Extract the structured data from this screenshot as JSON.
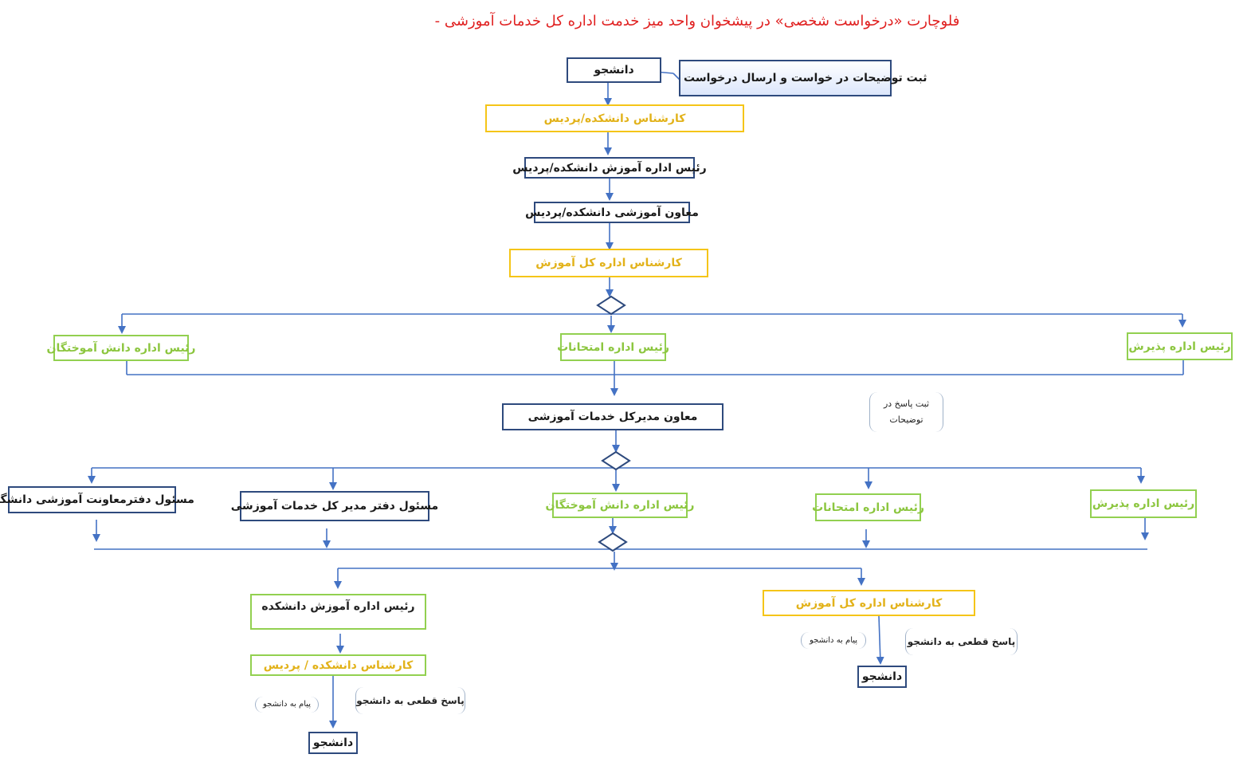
{
  "title": "فلوچارت «درخواست شخصی» در پیشخوان واحد میز خدمت اداره کل خدمات آموزشی  -",
  "nodes": {
    "student_top": "دانشجو",
    "request_note": "ثبت توضیحات در خواست و ارسال درخواست",
    "expert_faculty": "کارشناس دانشکده/پردیس",
    "head_edu_faculty": "رئیس اداره آموزش دانشکده/پردیس",
    "deputy_faculty": "معاون آموزشی دانشکده/پردیس",
    "expert_general_1": "کارشناس اداره کل آموزش",
    "alumni_head_1": "رئیس اداره دانش  آموختگان",
    "exams_head_1": "رئیس اداره امتحانات",
    "admission_head_1": "رئیس اداره پذیرش",
    "deputy_director": "معاون مدیرکل خدمات آموزشی",
    "response_note": "ثبت پاسخ  در توضیحات",
    "uni_deputy_office": "مسئول دفترمعاونت آموزشی دانشگاه",
    "director_office": "مسئول دفتر مدیر کل خدمات آموزشی",
    "alumni_head_2": "رئیس اداره دانش  آموختگان",
    "exams_head_2": "رئیس اداره امتحانات",
    "admission_head_2": "رئیس اداره پذیرش",
    "head_edu_faculty_2": "رئیس اداره آموزش دانشکده",
    "expert_general_2": "کارشناس اداره کل آموزش",
    "expert_faculty_2": "کارشناس دانشکده  / پردیس",
    "final_answer_left": "پاسخ قطعی به دانشجو",
    "message_left": "پیام  به دانشجو",
    "student_bottom_left": "دانشجو",
    "final_answer_right": "پاسخ قطعی به دانشجو",
    "message_right": "پیام  به دانشجو",
    "student_bottom_right": "دانشجو"
  },
  "colors": {
    "title": "#e02020",
    "connector": "#4472c4",
    "navy_border": "#2e4a7d",
    "yellow_border": "#f5c518",
    "green_border": "#92d050"
  }
}
